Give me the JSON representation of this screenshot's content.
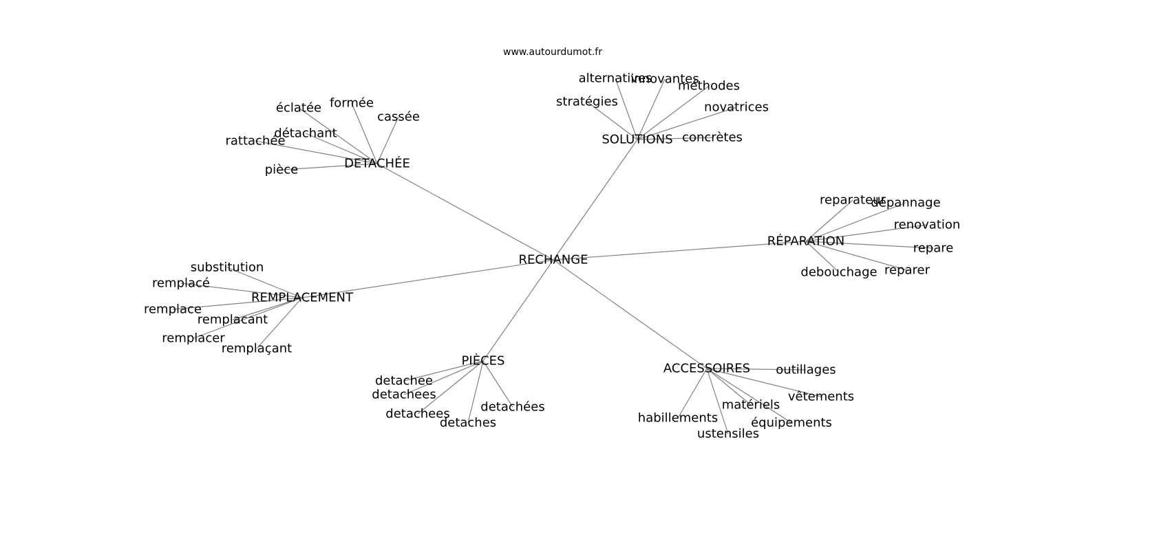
{
  "title": "www.autourdumot.fr",
  "edge_color": "#808080",
  "root": "RECHANGE",
  "hubs": [
    {
      "label": "DETACHÉE",
      "children": [
        "éclatée",
        "formée",
        "cassée",
        "détachant",
        "rattachée",
        "pièce"
      ]
    },
    {
      "label": "SOLUTIONS",
      "children": [
        "alternatives",
        "innovantes",
        "méthodes",
        "stratégies",
        "novatrices",
        "concrètes"
      ]
    },
    {
      "label": "RÉPARATION",
      "children": [
        "reparateur",
        "dépannage",
        "renovation",
        "repare",
        "reparer",
        "debouchage"
      ]
    },
    {
      "label": "REMPLACEMENT",
      "children": [
        "substitution",
        "remplacé",
        "remplace",
        "remplacant",
        "remplacer",
        "remplaçant"
      ]
    },
    {
      "label": "PIÈCES",
      "children": [
        "detachee",
        "detachees",
        "detachees",
        "detaches",
        "detachées"
      ]
    },
    {
      "label": "ACCESSOIRES",
      "children": [
        "outillages",
        "vêtements",
        "matériels",
        "équipements",
        "habillements",
        "ustensiles"
      ]
    }
  ]
}
